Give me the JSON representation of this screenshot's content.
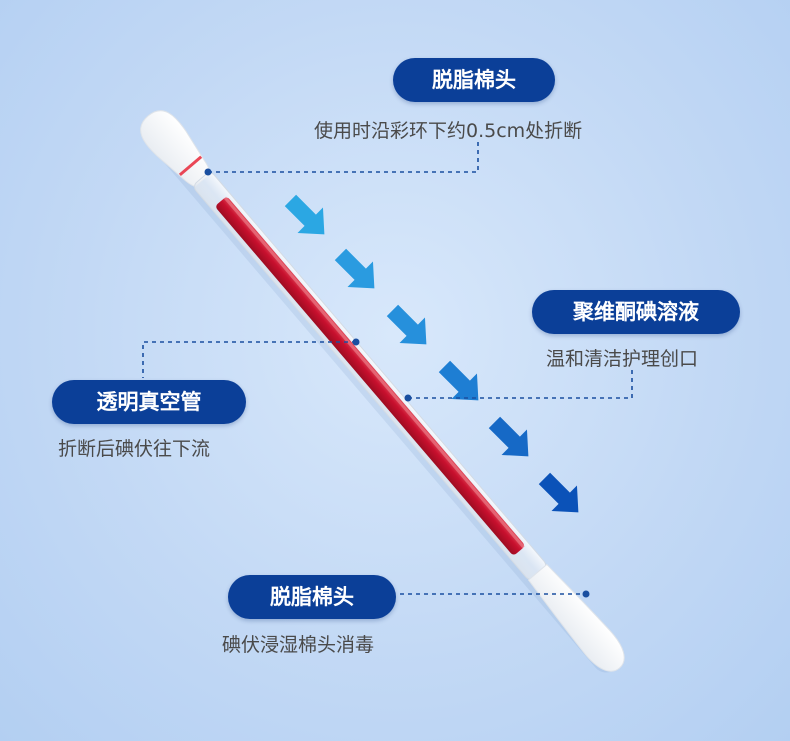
{
  "callouts": {
    "top": {
      "title": "脱脂棉头",
      "desc": "使用时沿彩环下约0.5cm处折断"
    },
    "right": {
      "title": "聚维酮碘溶液",
      "desc": "温和清洁护理创口"
    },
    "left": {
      "title": "透明真空管",
      "desc": "折断后碘伏往下流"
    },
    "bottom": {
      "title": "脱脂棉头",
      "desc": "碘伏浸湿棉头消毒"
    }
  },
  "colors": {
    "pill_bg": "#0b3f98",
    "liquid": "#c8102e",
    "arrow_light": "#2ba7e3",
    "arrow_dark": "#0b52b8",
    "dash": "#1a4fa0",
    "ring": "#e8283a"
  },
  "icons": {
    "flow_arrow": "arrow-down-right-icon"
  }
}
